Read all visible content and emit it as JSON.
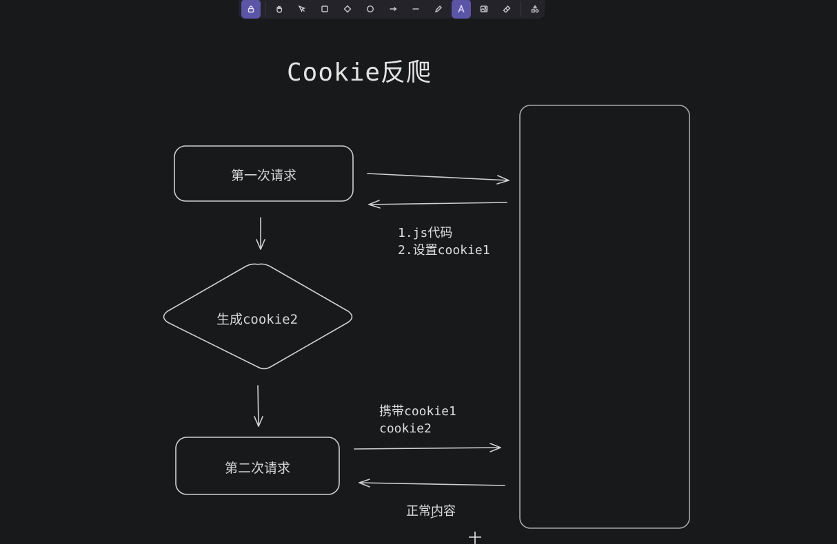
{
  "toolbar": {
    "tools": [
      {
        "name": "lock",
        "icon": "lock-icon",
        "active": true
      },
      {
        "name": "hand",
        "icon": "hand-icon",
        "active": false
      },
      {
        "name": "selection",
        "icon": "pointer-icon",
        "active": false
      },
      {
        "name": "rectangle",
        "icon": "rectangle-icon",
        "active": false
      },
      {
        "name": "diamond",
        "icon": "diamond-icon",
        "active": false
      },
      {
        "name": "ellipse",
        "icon": "ellipse-icon",
        "active": false
      },
      {
        "name": "arrow",
        "icon": "arrow-icon",
        "active": false
      },
      {
        "name": "line",
        "icon": "line-icon",
        "active": false
      },
      {
        "name": "draw",
        "icon": "pencil-icon",
        "active": false
      },
      {
        "name": "text",
        "icon": "text-icon",
        "active": true
      },
      {
        "name": "image",
        "icon": "image-icon",
        "active": false
      },
      {
        "name": "eraser",
        "icon": "eraser-icon",
        "active": false
      },
      {
        "name": "library",
        "icon": "shapes-library-icon",
        "active": false
      }
    ],
    "accent_color": "#5b55a8"
  },
  "diagram": {
    "title": "Cookie反爬",
    "nodes": {
      "first_request": "第一次请求",
      "generate_cookie": "生成cookie2",
      "second_request": "第二次请求",
      "server": ""
    },
    "annotations": {
      "response_1_line1": "1.js代码",
      "response_1_line2": "2.设置cookie1",
      "request_2_line1": "携带cookie1",
      "request_2_line2": "cookie2",
      "response_2": "正常内容"
    },
    "stroke_color": "#cfcfcf",
    "background_color": "#18191b"
  }
}
